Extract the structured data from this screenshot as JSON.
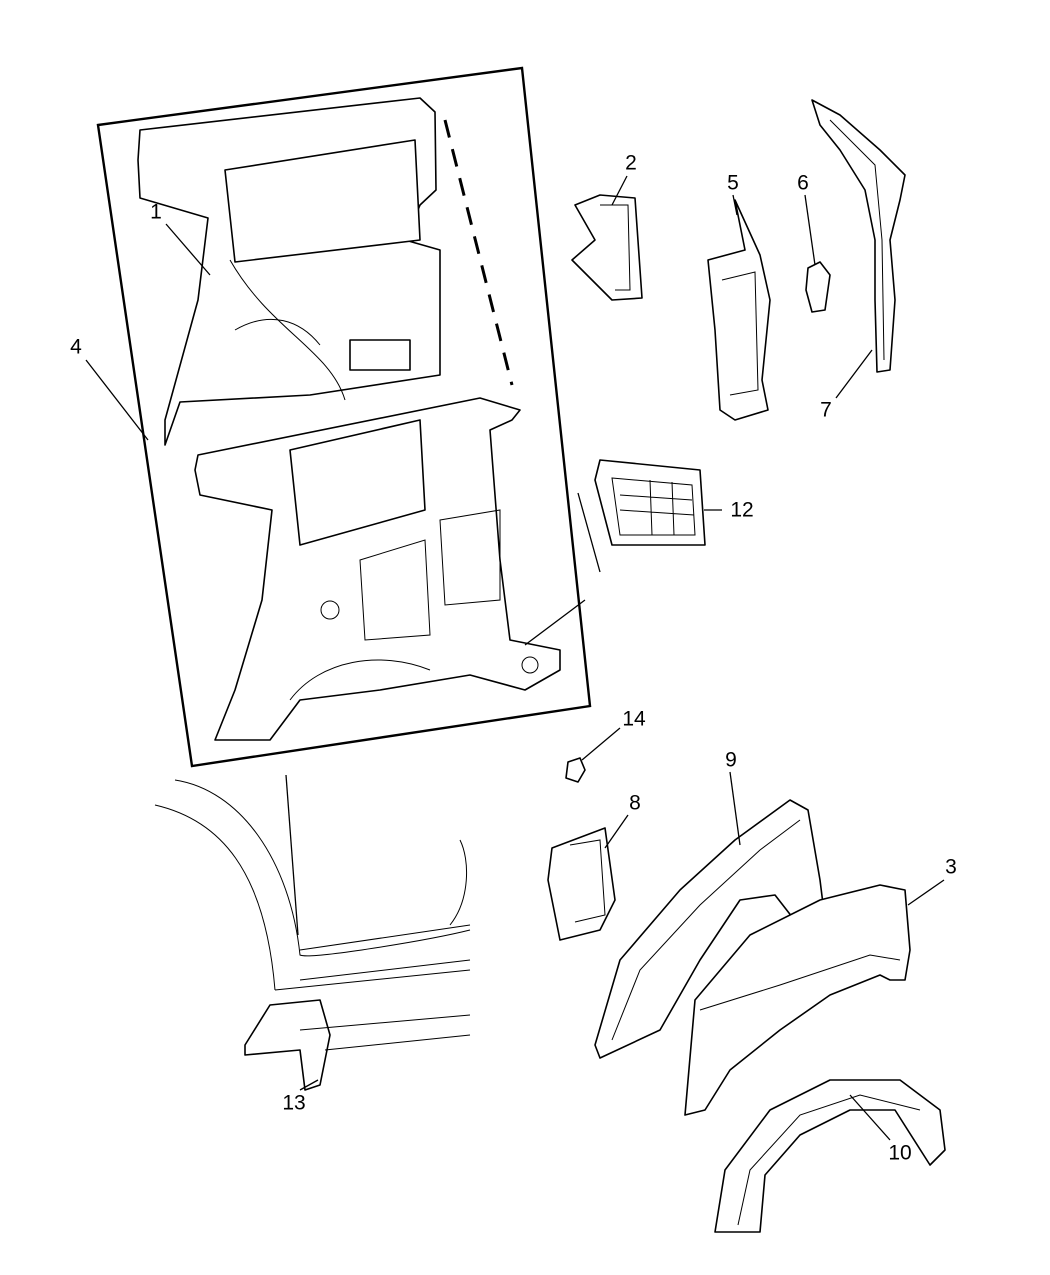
{
  "diagram": {
    "type": "exploded-parts-diagram",
    "callouts": {
      "c1": "1",
      "c2": "2",
      "c3": "3",
      "c4": "4",
      "c5": "5",
      "c6": "6",
      "c7": "7",
      "c8": "8",
      "c9": "9",
      "c10": "10",
      "c12": "12",
      "c13": "13",
      "c14": "14"
    },
    "line_color": "#000000",
    "background": "#ffffff"
  }
}
